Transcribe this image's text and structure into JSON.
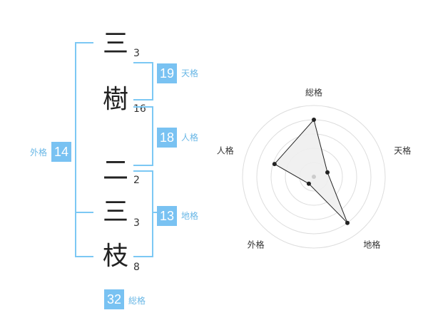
{
  "name": {
    "characters": [
      {
        "char": "三",
        "strokes": "3"
      },
      {
        "char": "樹",
        "strokes": "16"
      },
      {
        "char": "二",
        "strokes": "2"
      },
      {
        "char": "三",
        "strokes": "3"
      },
      {
        "char": "枝",
        "strokes": "8"
      }
    ]
  },
  "fortune": {
    "tenkaku": {
      "value": "19",
      "label": "天格"
    },
    "jinkaku": {
      "value": "18",
      "label": "人格"
    },
    "chikaku": {
      "value": "13",
      "label": "地格"
    },
    "gaikaku": {
      "value": "14",
      "label": "外格"
    },
    "soukaku": {
      "value": "32",
      "label": "総格"
    }
  },
  "colors": {
    "accent": "#79c2f2",
    "bracket": "#7cc8f4",
    "label": "#69b7e6"
  },
  "chart_data": {
    "type": "radar",
    "axes": [
      "総格",
      "天格",
      "地格",
      "外格",
      "人格"
    ],
    "values": [
      4,
      1,
      4,
      0.6,
      2.9
    ],
    "rmax": 5,
    "rings": 5,
    "fill": "#eeeeee",
    "stroke": "#222222"
  }
}
